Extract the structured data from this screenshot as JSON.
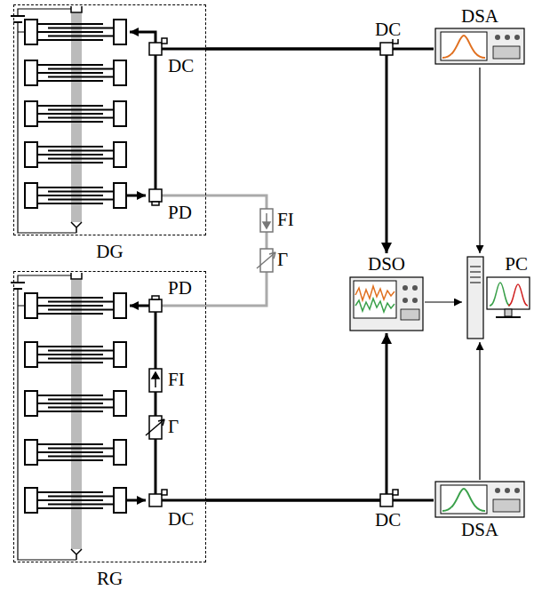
{
  "diagram": {
    "nodes": [
      {
        "text": [
          "DG"
        ]
      },
      {
        "text": [
          "DSA"
        ]
      },
      {
        "text": [
          "DSO"
        ]
      },
      {
        "text": [
          "PC"
        ]
      },
      {
        "text": [
          "RG"
        ]
      },
      {
        "text": [
          "DSA"
        ]
      }
    ],
    "edges": [
      {
        "from": 0,
        "to": 1,
        "arrow": "none"
      },
      {
        "from": 0,
        "to": 2,
        "arrow": "to"
      },
      {
        "from": 0,
        "to": 4,
        "arrow": "none"
      },
      {
        "from": 1,
        "to": 3,
        "arrow": "to"
      },
      {
        "from": 2,
        "to": 3,
        "arrow": "to"
      },
      {
        "from": 5,
        "to": 3,
        "arrow": "to"
      },
      {
        "from": 4,
        "to": 5,
        "arrow": "none"
      },
      {
        "from": 4,
        "to": 2,
        "arrow": "to"
      }
    ],
    "labels": [
      "DC",
      "PD",
      "FI",
      "Γ",
      "DC",
      "PD",
      "FI",
      "Γ",
      "DC",
      "DC"
    ]
  }
}
